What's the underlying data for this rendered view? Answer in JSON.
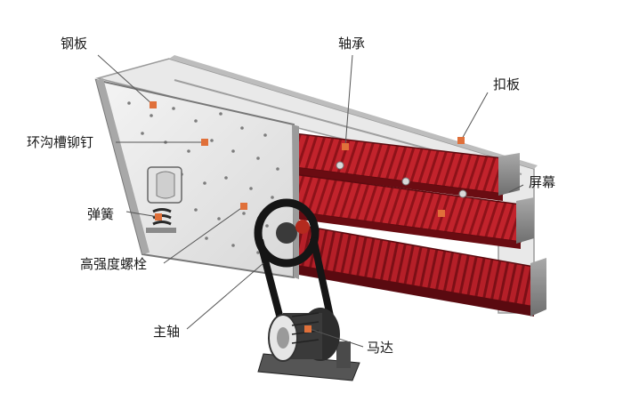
{
  "labels": {
    "steel_plate": "钢板",
    "bearing": "轴承",
    "clamp_plate": "扣板",
    "ring_groove_rivet": "环沟槽铆钉",
    "screen_mesh": "屏幕",
    "spring": "弹簧",
    "high_strength_bolt": "高强度螺栓",
    "main_shaft": "主轴",
    "motor": "马达"
  },
  "colors": {
    "frame_gray": "#cfcfcf",
    "screen_red": "#b01c24",
    "marker_orange": "#e0703a",
    "belt_black": "#151515"
  },
  "icons": {
    "marker": "orange-square"
  }
}
